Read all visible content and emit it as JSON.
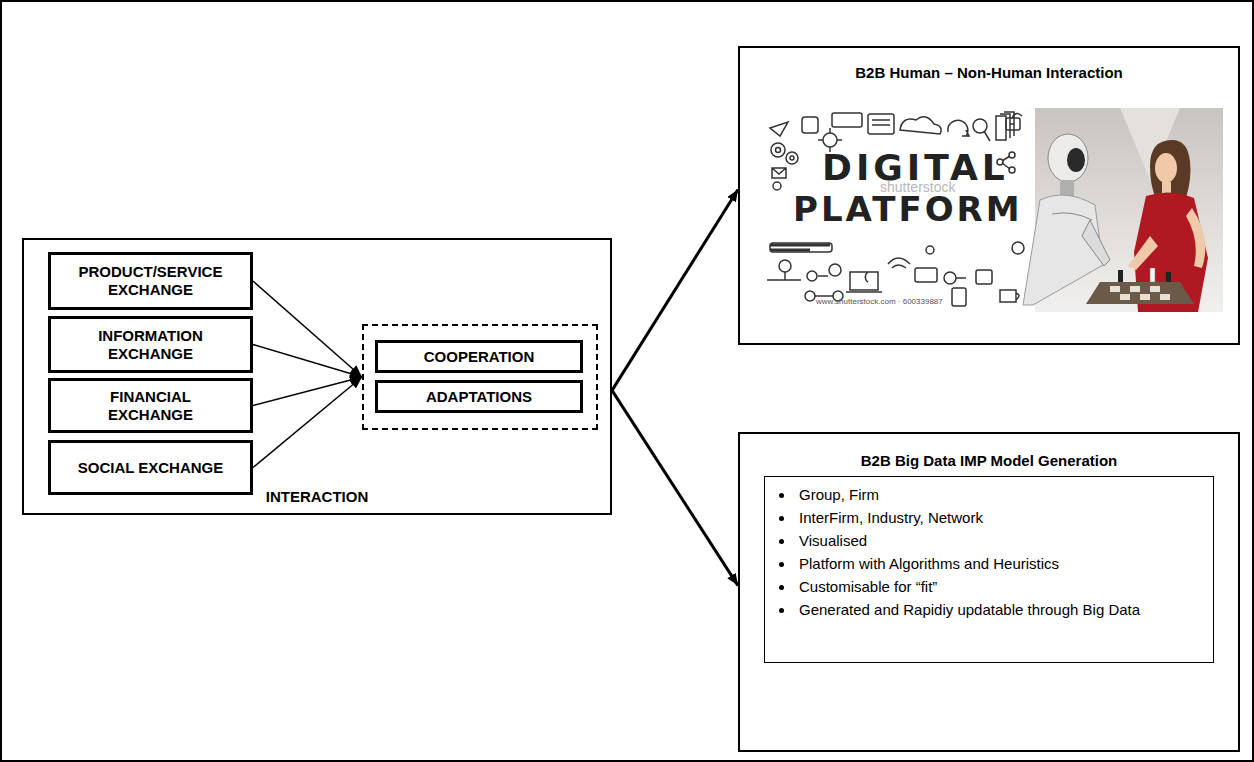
{
  "diagram": {
    "nodes": [
      {
        "text": [
          "INTERACTION"
        ]
      },
      {
        "text": [
          "PRODUCT/SERVICE EXCHANGE"
        ],
        "in": 0
      },
      {
        "text": [
          "INFORMATION EXCHANGE"
        ],
        "in": 0
      },
      {
        "text": [
          "FINANCIAL EXCHANGE"
        ],
        "in": 0
      },
      {
        "text": [
          "SOCIAL EXCHANGE"
        ],
        "in": 0
      },
      {
        "text": [
          "COOPERATION"
        ],
        "in": 0
      },
      {
        "text": [
          "ADAPTATIONS"
        ],
        "in": 0
      },
      {
        "text": [
          "B2B Human – Non-Human Interaction"
        ]
      },
      {
        "text": [
          "B2B Big Data IMP Model Generation"
        ]
      },
      {
        "text": [
          "Group, Firm",
          "InterFirm, Industry, Network",
          "Visualised",
          "Platform with Algorithms and Heuristics",
          "Customisable for “fit”",
          "Generated and Rapidiy updatable through Big Data"
        ],
        "in": 8
      }
    ],
    "edges": [
      {
        "from": 1,
        "to": 5,
        "arrow": "to"
      },
      {
        "from": 2,
        "to": 5,
        "arrow": "to"
      },
      {
        "from": 3,
        "to": 5,
        "arrow": "to"
      },
      {
        "from": 4,
        "to": 5,
        "arrow": "to"
      },
      {
        "from": 0,
        "to": 7,
        "arrow": "to"
      },
      {
        "from": 0,
        "to": 8,
        "arrow": "to"
      }
    ],
    "labels": [
      "DIGITAL",
      "PLATFORM",
      "shutterstock",
      "www.shutterstock.com · 600339887"
    ]
  }
}
